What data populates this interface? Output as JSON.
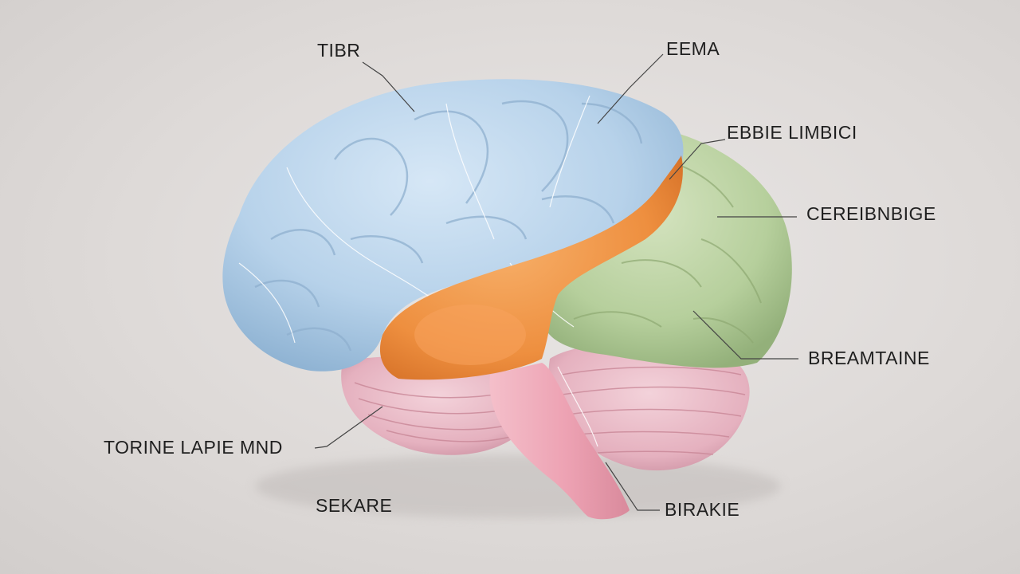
{
  "labels": {
    "top_left": "TIBR",
    "top_right": "EEMA",
    "limbic": "EBBIE LIMBICI",
    "cerebellum_side": "CEREIBNBIGE",
    "lower_right": "BREAMTAINE",
    "lower_left": "TORINE LAPIE MND",
    "bottom_left": "SEKARE",
    "bottom_right": "BIRAKIE"
  },
  "colors": {
    "cerebrum": "#b9d4ea",
    "limbic": "#f19a4a",
    "occipital": "#b7cfa0",
    "cerebellum": "#e7b8c4",
    "brainstem": "#eea9b8",
    "leader_line": "#444444"
  }
}
